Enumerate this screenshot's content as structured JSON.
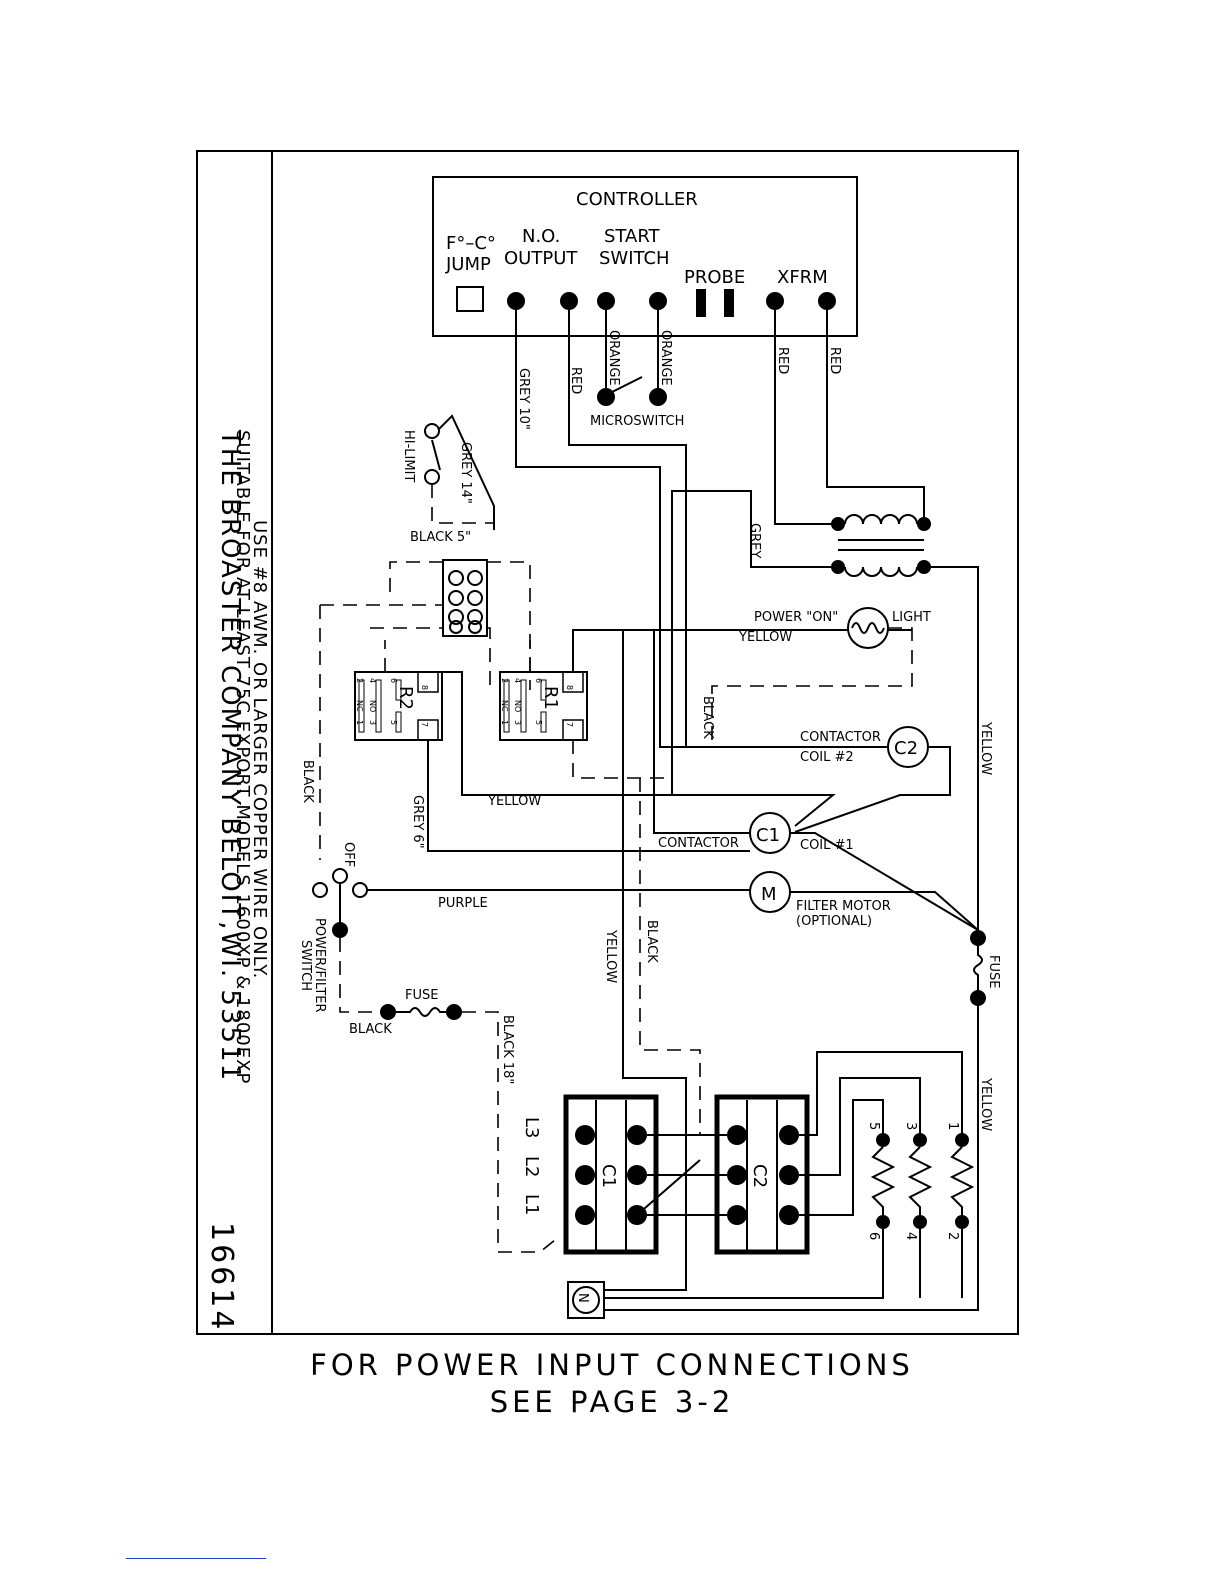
{
  "controller": {
    "title": "CONTROLLER",
    "jump_l1": "F°–C°",
    "jump_l2": "JUMP",
    "output_l1": "N.O.",
    "output_l2": "OUTPUT",
    "start_l1": "START",
    "start_l2": "SWITCH",
    "probe": "PROBE",
    "xfrm": "XFRM"
  },
  "wires": {
    "grey10": "GREY 10\"",
    "red_output": "RED",
    "orange1": "ORANGE",
    "orange2": "ORANGE",
    "red_x1": "RED",
    "red_x2": "RED",
    "microswitch": "MICROSWITCH",
    "hi_limit": "HI-LIMIT",
    "grey14": "GREY 14\"",
    "black5": "BLACK 5\"",
    "grey_xfrm": "GREY",
    "power_on": "POWER \"ON\"",
    "light": "LIGHT",
    "yellow_light": "YELLOW",
    "black_coil2": "BLACK",
    "contactor_coil2_l1": "CONTACTOR",
    "contactor_coil2_l2": "COIL #2",
    "c2": "C2",
    "yellow_right": "YELLOW",
    "black_left": "BLACK",
    "yellow_relay": "YELLOW",
    "grey6": "GREY 6\"",
    "contactor_coil1_l1": "CONTACTOR",
    "contactor_coil1_l2": "COIL #1",
    "c1": "C1",
    "off": "OFF",
    "purple": "PURPLE",
    "motor": "M",
    "filter_motor_l1": "FILTER MOTOR",
    "filter_motor_l2": "(OPTIONAL)",
    "power_filter_l1": "POWER/FILTER",
    "power_filter_l2": "SWITCH",
    "fuse_right": "FUSE",
    "fuse_left": "FUSE",
    "black_fuse": "BLACK",
    "yellow_vert": "YELLOW",
    "black_vert": "BLACK",
    "black18": "BLACK 18\"",
    "yellow_lower": "YELLOW"
  },
  "relays": {
    "r1": "R1",
    "r2": "R2",
    "pin1": "1",
    "pin2": "2",
    "pin3": "3",
    "pin4": "4",
    "pin5": "5",
    "pin6": "6",
    "pin7": "7",
    "pin8": "8",
    "nc": "NC",
    "no": "NO"
  },
  "contactors": {
    "c1": "C1",
    "c2": "C2",
    "l3": "L3",
    "l2": "L2",
    "l1": "L1"
  },
  "elements": {
    "e1": "1",
    "e2": "2",
    "e3": "3",
    "e4": "4",
    "e5": "5",
    "e6": "6"
  },
  "neutral": "N",
  "side_notes": {
    "line1": "USE #8 AWM. OR LARGER COPPER WIRE ONLY.",
    "line2": "SUITABLE FOR AT LEAST 75C    EXPORT MODELS 1600XP & 1800EXP",
    "line3": "THE BROASTER COMPANY    BELOIT,WI. 53511",
    "drawing_number": "16614"
  },
  "footer": {
    "line1": "FOR POWER INPUT CONNECTIONS",
    "line2": "SEE PAGE 3-2"
  }
}
